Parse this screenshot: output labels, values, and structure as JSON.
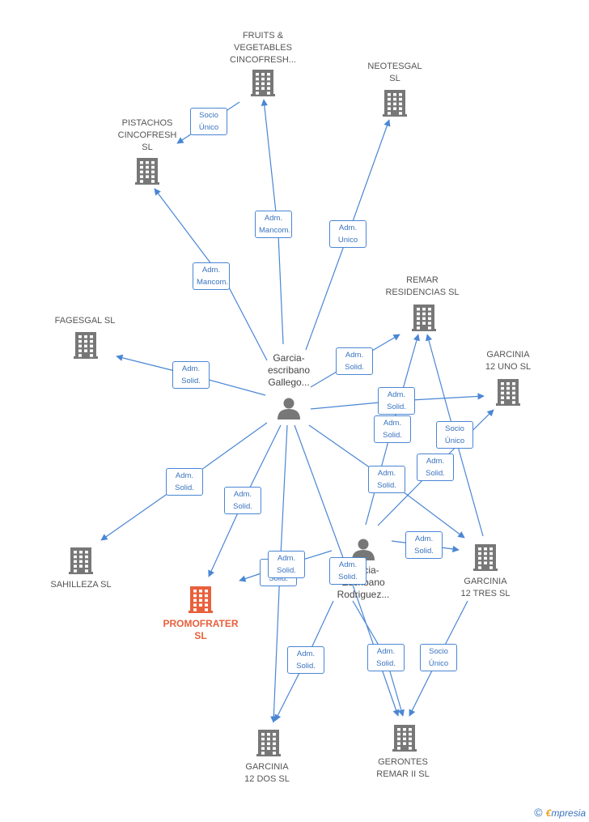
{
  "colors": {
    "edge": "#4a86d4",
    "building": "#777777",
    "building_main": "#e8603c",
    "person": "#777777"
  },
  "companies": [
    {
      "id": "fruits",
      "label": "FRUITS &\nVEGETABLES\nCINCOFRESH...",
      "icon": "building-icon"
    },
    {
      "id": "neotesgal",
      "label": "NEOTESGAL\nSL",
      "icon": "building-icon"
    },
    {
      "id": "pistachos",
      "label": "PISTACHOS\nCINCOFRESH\nSL",
      "icon": "building-icon"
    },
    {
      "id": "remar_res",
      "label": "REMAR\nRESIDENCIAS SL",
      "icon": "building-icon"
    },
    {
      "id": "fagesgal",
      "label": "FAGESGAL SL",
      "icon": "building-icon"
    },
    {
      "id": "g12uno",
      "label": "GARCINIA\n12 UNO  SL",
      "icon": "building-icon"
    },
    {
      "id": "sahilleza",
      "label": "SAHILLEZA SL",
      "icon": "building-icon"
    },
    {
      "id": "promofrater",
      "label": "PROMOFRATER\nSL",
      "icon": "building-icon",
      "main": true
    },
    {
      "id": "g12tres",
      "label": "GARCINIA\n12 TRES  SL",
      "icon": "building-icon"
    },
    {
      "id": "g12dos",
      "label": "GARCINIA\n12 DOS  SL",
      "icon": "building-icon"
    },
    {
      "id": "gerontes",
      "label": "GERONTES\nREMAR II SL",
      "icon": "building-icon"
    }
  ],
  "persons": [
    {
      "id": "p1",
      "label": "Garcia-\nescribano\nGallego...",
      "icon": "person-icon"
    },
    {
      "id": "p2",
      "label": "Garcia-\nEscribano\nRodriguez...",
      "icon": "person-icon"
    }
  ],
  "edges": [
    {
      "from": "fruits",
      "to": "pistachos",
      "label": "Socio\nÚnico"
    },
    {
      "from": "p1",
      "to": "fruits",
      "label": "Adm.\nMancom."
    },
    {
      "from": "p1",
      "to": "neotesgal",
      "label": "Adm.\nUnico"
    },
    {
      "from": "p1",
      "to": "pistachos",
      "label": "Adm.\nMancom."
    },
    {
      "from": "p1",
      "to": "remar_res",
      "label": "Adm.\nSolid."
    },
    {
      "from": "p1",
      "to": "fagesgal",
      "label": "Adm.\nSolid."
    },
    {
      "from": "p1",
      "to": "g12uno",
      "label": "Adm.\nSolid."
    },
    {
      "from": "p1",
      "to": "sahilleza",
      "label": "Adm.\nSolid."
    },
    {
      "from": "p1",
      "to": "promofrater",
      "label": "Adm.\nSolid."
    },
    {
      "from": "p1",
      "to": "g12tres",
      "label": "Adm.\nSolid."
    },
    {
      "from": "p1",
      "to": "g12dos",
      "label": "Adm.\nSolid."
    },
    {
      "from": "p1",
      "to": "gerontes",
      "label": "Adm.\nSolid."
    },
    {
      "from": "p2",
      "to": "remar_res",
      "label": "Adm.\nSolid."
    },
    {
      "from": "p2",
      "to": "g12uno",
      "label": "Adm.\nSolid."
    },
    {
      "from": "p2",
      "to": "g12tres",
      "label": "Adm.\nSolid."
    },
    {
      "from": "p2",
      "to": "promofrater",
      "label": "Adm.\nSolid."
    },
    {
      "from": "p2",
      "to": "g12dos",
      "label": "Adm.\nSolid."
    },
    {
      "from": "p2",
      "to": "gerontes",
      "label": "Adm.\nSolid."
    },
    {
      "from": "g12tres",
      "to": "remar_res",
      "label": "Socio\nÚnico"
    },
    {
      "from": "g12tres",
      "to": "gerontes",
      "label": "Socio\nÚnico"
    }
  ],
  "footer": {
    "copyright": "©",
    "brand_e": "€",
    "brand_rest": "mpresia"
  }
}
